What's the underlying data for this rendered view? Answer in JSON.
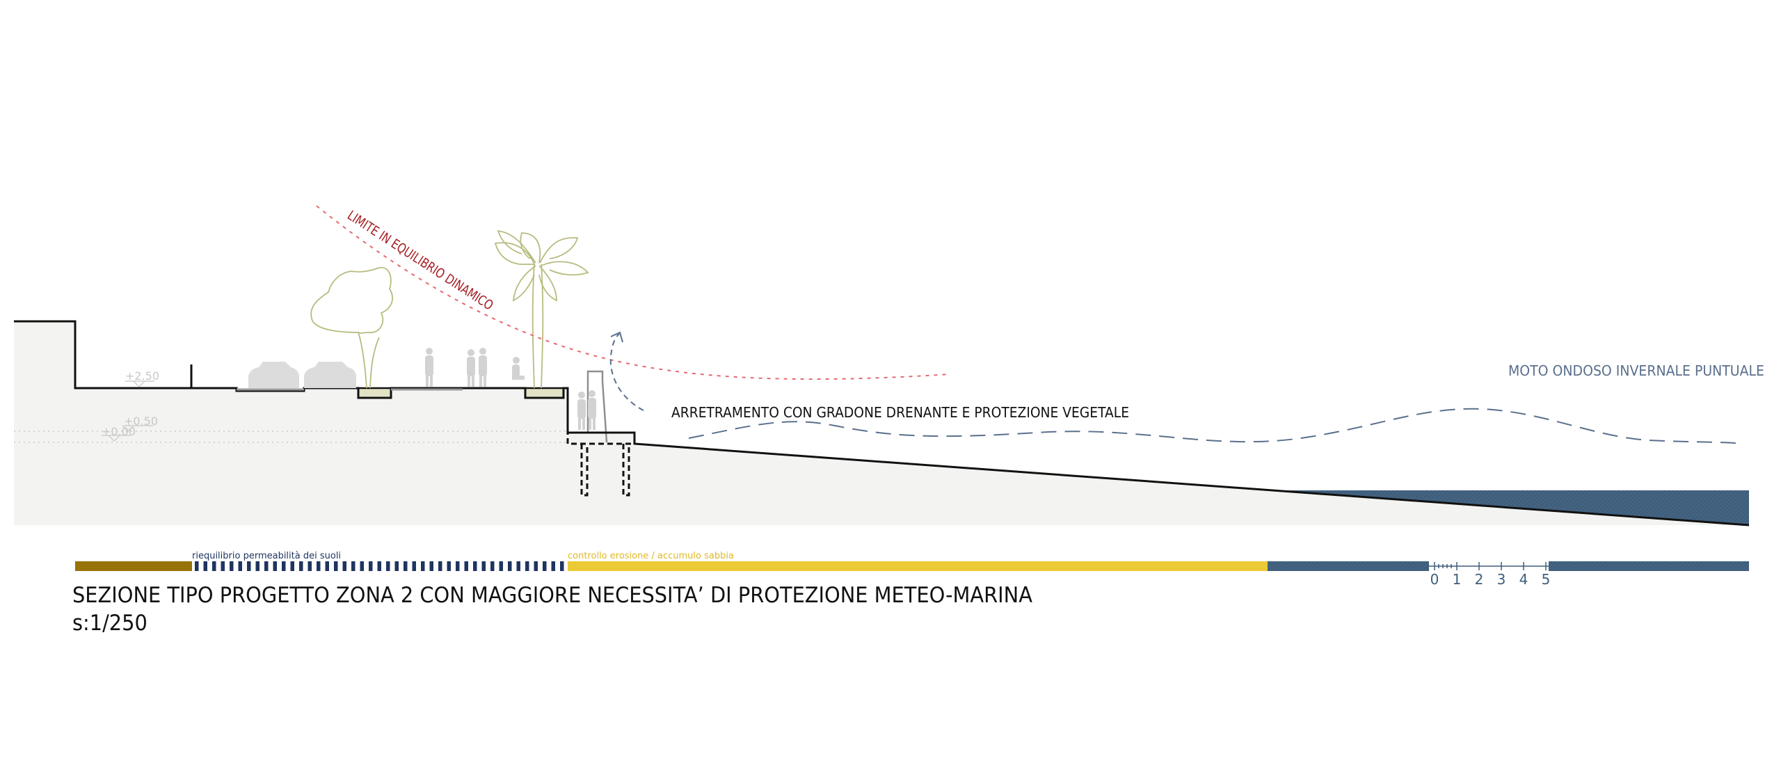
{
  "annotations": {
    "dynamic_limit": "LIMITE IN EQUILIBRIO DINAMICO",
    "setback": "ARRETRAMENTO CON GRADONE DRENANTE E PROTEZIONE VEGETALE",
    "wave_motion": "MOTO ONDOSO INVERNALE PUNTUALE"
  },
  "levels": {
    "upper": "+2.50",
    "middle": "+0.50",
    "zero": "+0.00"
  },
  "legend": {
    "permeability": "riequilibrio permeabilità dei suoli",
    "erosion": "controllo erosione / accumulo sabbia"
  },
  "scale_bar": {
    "ticks": [
      "0",
      "1",
      "2",
      "3",
      "4",
      "5"
    ]
  },
  "title": {
    "main": "SEZIONE TIPO PROGETTO ZONA 2 CON MAGGIORE NECESSITA’ DI PROTEZIONE  METEO-MARINA",
    "scale": "s:1/250"
  },
  "colors": {
    "ground_fill": "#f3f3f2",
    "profile_line": "#111111",
    "limit_red": "#a61c22",
    "tree_green": "#b8bb7e",
    "wave_blue": "#5a6f8c",
    "sea_blue": "#3f5e7c",
    "permeability_brown": "#98720a",
    "permeability_navy": "#1f3560",
    "erosion_yellow": "#ecca36",
    "scale_blue": "#3f5e7c"
  }
}
